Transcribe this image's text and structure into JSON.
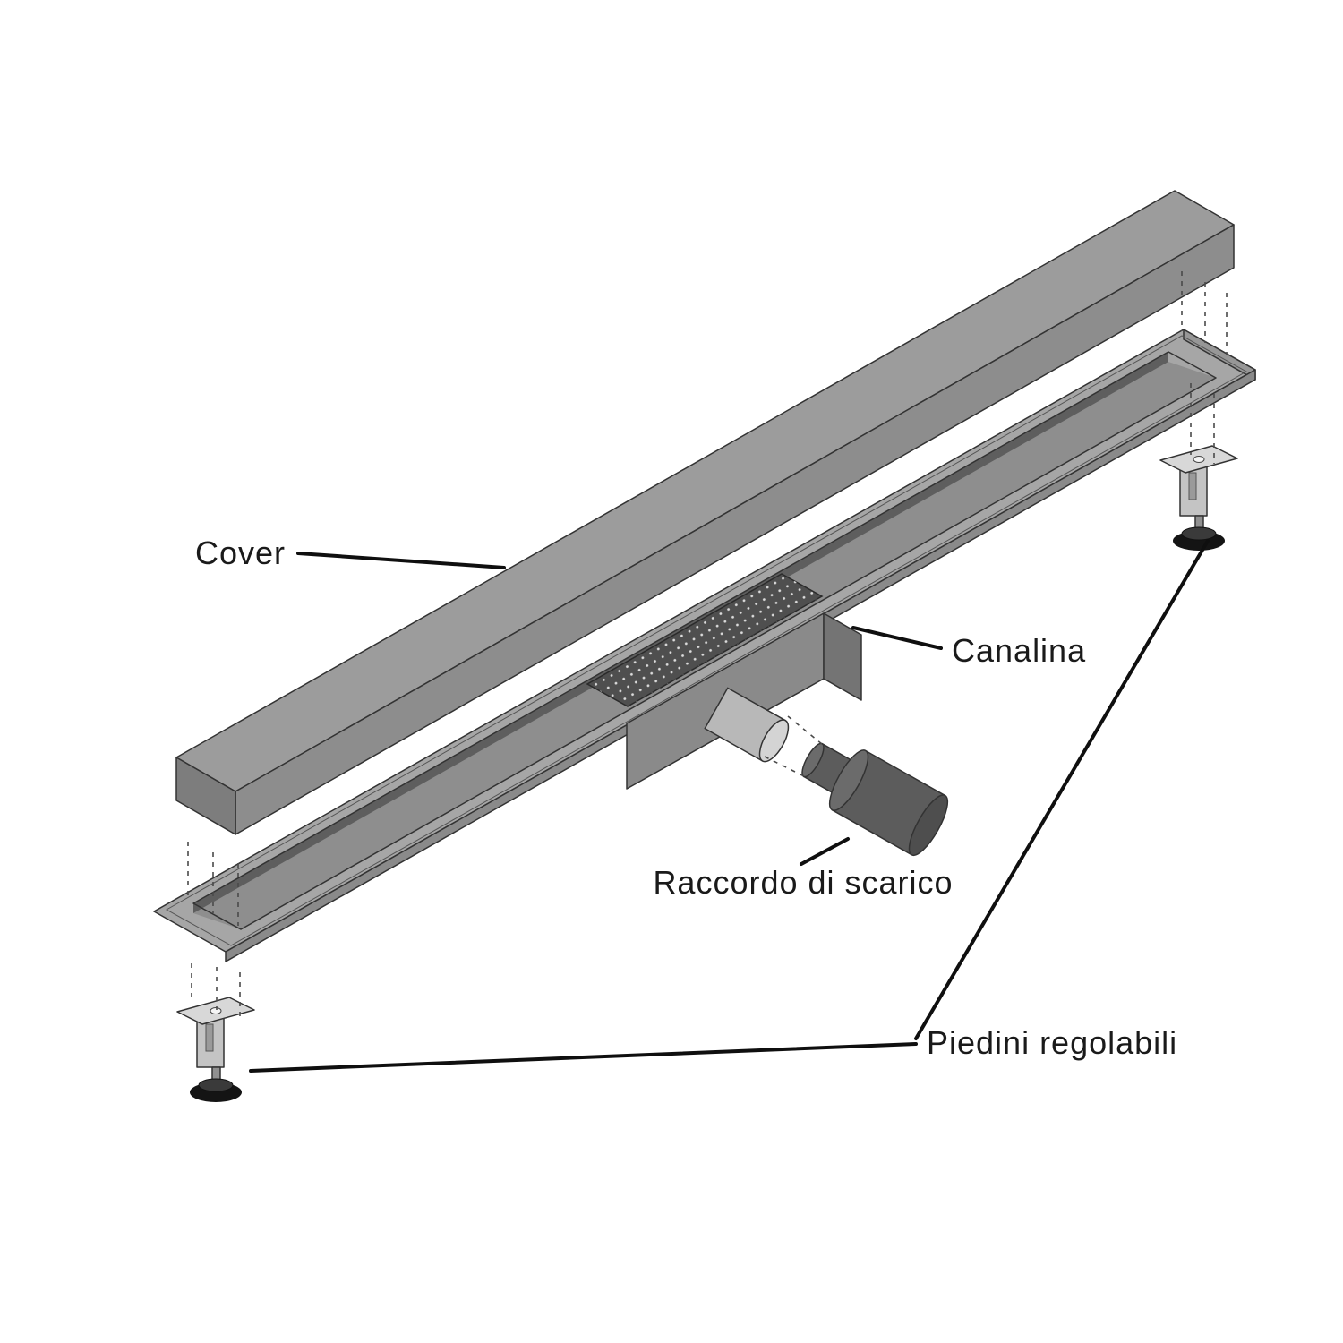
{
  "labels": {
    "cover": "Cover",
    "channel": "Canalina",
    "drain_connector": "Raccordo di scarico",
    "adjustable_feet": "Piedini regolabili"
  },
  "colors": {
    "background": "#ffffff",
    "leader_line": "#0f0f0f",
    "text": "#1a1a1a",
    "cover_top": "#9c9c9c",
    "cover_front": "#8d8d8d",
    "cover_end": "#7d7d7d",
    "tray_top": "#a6a6a6",
    "tray_front": "#8a8a8a",
    "cavity_wall": "#5e5e5e",
    "cavity_floor": "#8e8e8e",
    "grate_plate": "#4f4f4f",
    "outlet_light": "#b8b8b8",
    "connector_dark": "#5c5c5c",
    "foot_pad_black": "#141414"
  }
}
